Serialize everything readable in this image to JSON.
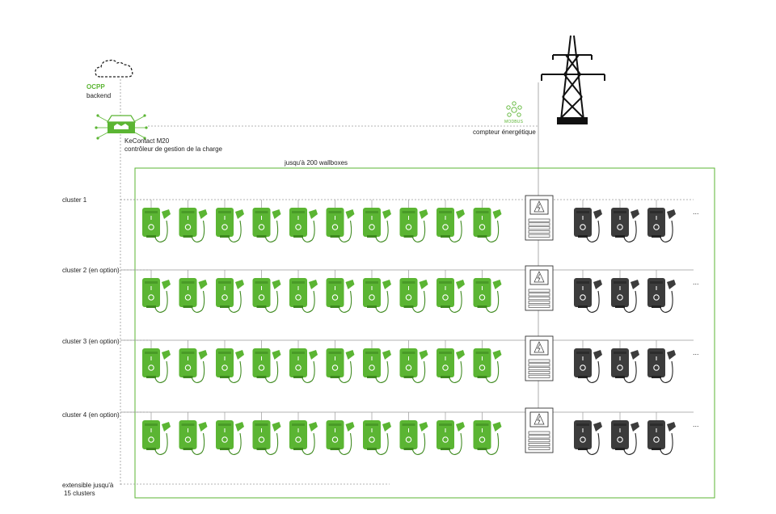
{
  "labels": {
    "ocpp": "OCPP",
    "backend": "backend",
    "controller_name": "KeContact M20",
    "controller_desc": "contrôleur de gestion de la charge",
    "modbus": "MODBUS",
    "meter": "compteur énergétique",
    "capacity": "jusqu'à 200 wallboxes",
    "extensible_line1": "extensible jusqu'à",
    "extensible_line2": "15 clusters",
    "continuation": "..."
  },
  "clusters": [
    {
      "label": "cluster 1"
    },
    {
      "label": "cluster 2 (en option)"
    },
    {
      "label": "cluster 3 (en option)"
    },
    {
      "label": "cluster 4 (en option)"
    }
  ],
  "wallboxes": {
    "green_per_cluster": 10,
    "gray_per_cluster": 3
  },
  "icons": {
    "cloud": "cloud-icon",
    "controller": "load-controller-icon",
    "modbus": "modbus-network-icon",
    "pylon": "power-pylon-icon",
    "meter": "energy-meter-icon",
    "wallbox": "wallbox-charger-icon"
  },
  "colors": {
    "green": "#5bb533",
    "green_dark": "#3e8a1f",
    "gray": "#3c3c3c",
    "line": "#9a9a9a",
    "text": "#222222"
  }
}
